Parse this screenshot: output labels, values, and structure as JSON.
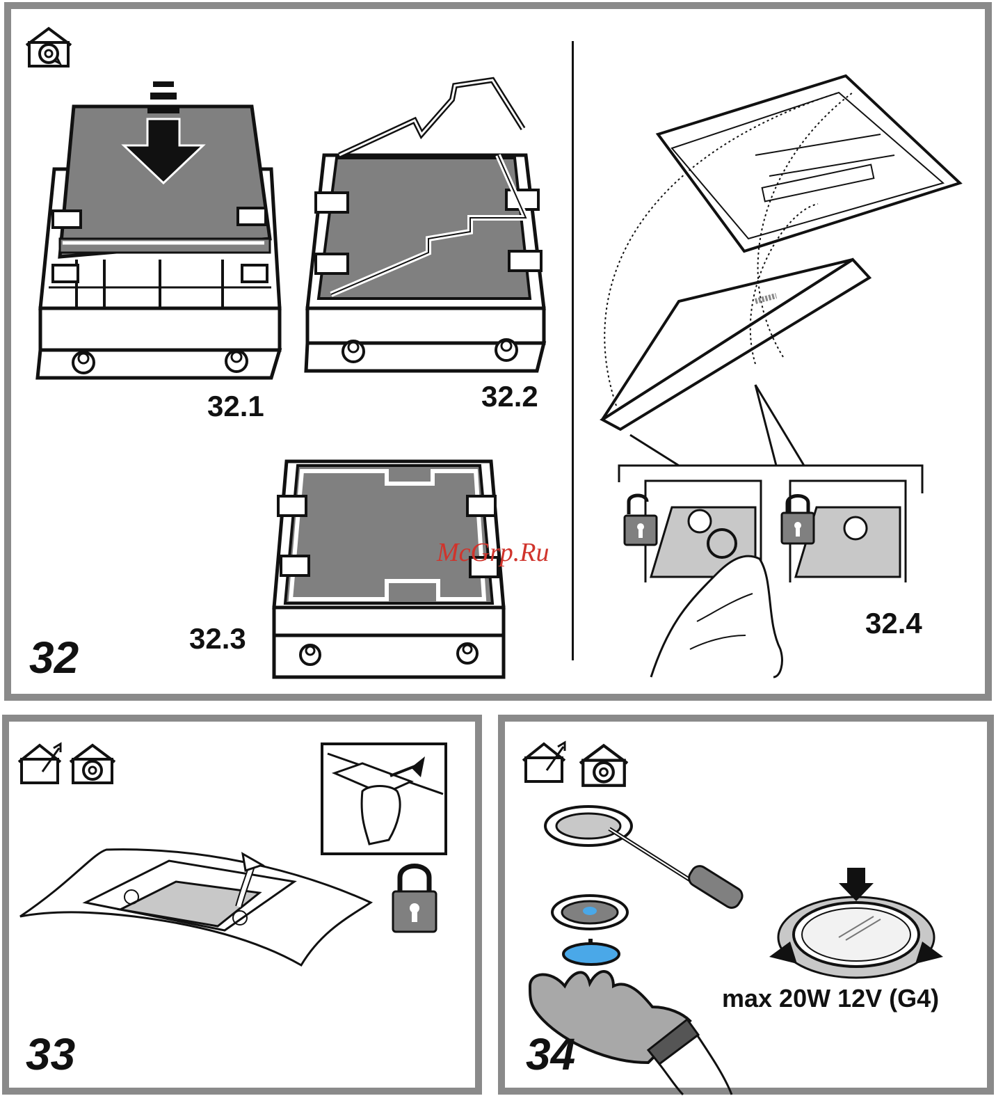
{
  "steps": {
    "s32": {
      "number": "32",
      "sub": [
        "32.1",
        "32.2",
        "32.3",
        "32.4"
      ]
    },
    "s33": {
      "number": "33"
    },
    "s34": {
      "number": "34",
      "spec": "max 20W 12V (G4)"
    }
  },
  "watermark": "McGrp.Ru",
  "icons": [
    "recirculation-mode-icon",
    "ducted-mode-icon",
    "lock-open-icon",
    "lock-closed-icon"
  ],
  "colors": {
    "border": "#8a8a8a",
    "fill_dark": "#808080",
    "fill_light": "#c8c8c8",
    "lamp_blue": "#4aa8e8",
    "watermark": "#d0342c"
  }
}
